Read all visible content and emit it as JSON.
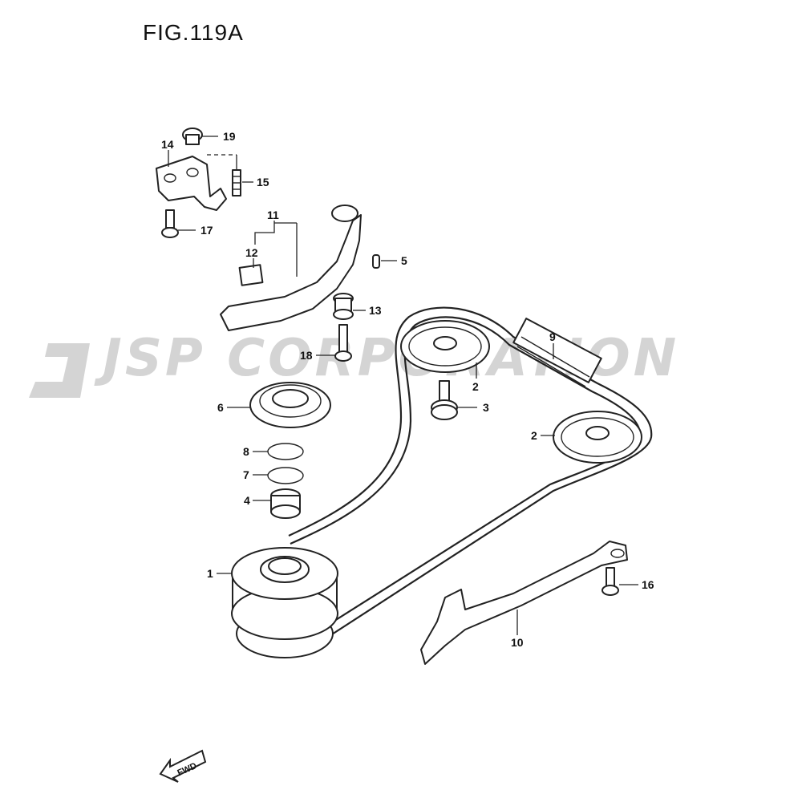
{
  "figure": {
    "title": "FIG.119A"
  },
  "watermark": {
    "text": "JSP CORPORATION",
    "logo_letter": "J"
  },
  "fwd_arrow": {
    "label": "FWD"
  },
  "callouts": {
    "c1": "1",
    "c2a": "2",
    "c2b": "2",
    "c3": "3",
    "c4": "4",
    "c5": "5",
    "c6": "6",
    "c7": "7",
    "c8": "8",
    "c9": "9",
    "c10": "10",
    "c11": "11",
    "c12": "12",
    "c13": "13",
    "c14": "14",
    "c15": "15",
    "c16": "16",
    "c17": "17",
    "c18": "18",
    "c19": "19"
  },
  "colors": {
    "line": "#222222",
    "watermark": "#d4d4d4",
    "background": "#ffffff"
  }
}
